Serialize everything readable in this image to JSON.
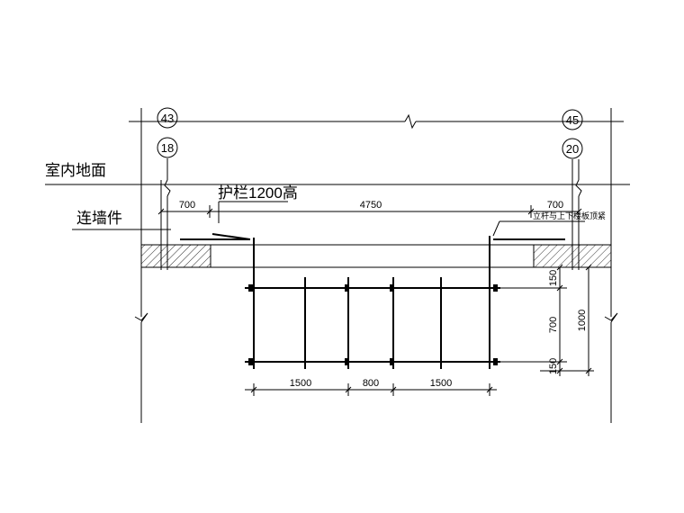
{
  "axes": {
    "left_top": "43",
    "left_bottom": "18",
    "right_top": "45",
    "right_bottom": "20"
  },
  "labels": {
    "floor": "室内地面",
    "wall_tie": "连墙件",
    "guardrail": "护栏1200高",
    "pole_note": "立杆与上下楼板顶紧"
  },
  "dimensions": {
    "left_700": "700",
    "span_4750": "4750",
    "right_700": "700",
    "bottom_1500_left": "1500",
    "bottom_800": "800",
    "bottom_1500_right": "1500",
    "v_150_top": "150",
    "v_700": "700",
    "v_1000": "1000",
    "v_150_bottom": "150"
  }
}
